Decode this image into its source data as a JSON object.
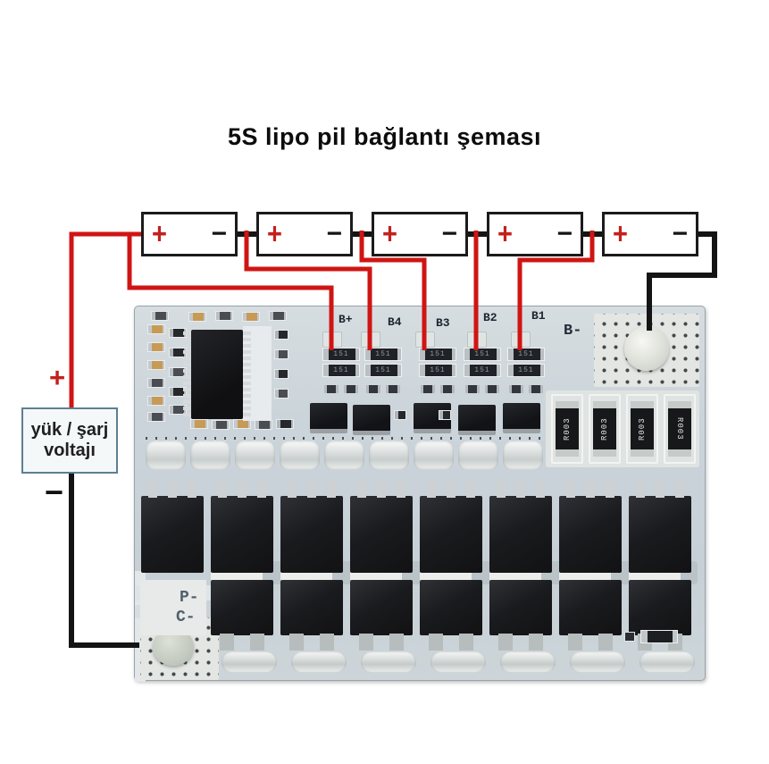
{
  "title": "5S lipo pil bağlantı şeması",
  "load_box": {
    "label_line1": "yük / şarj",
    "label_line2": "voltajı",
    "plus": "+",
    "minus": "−"
  },
  "batteries": [
    {
      "plus": "+",
      "minus": "−"
    },
    {
      "plus": "+",
      "minus": "−"
    },
    {
      "plus": "+",
      "minus": "−"
    },
    {
      "plus": "+",
      "minus": "−"
    },
    {
      "plus": "+",
      "minus": "−"
    }
  ],
  "pcb": {
    "balance_labels": {
      "b_plus": "B+",
      "b4": "B4",
      "b3": "B3",
      "b2": "B2",
      "b1": "B1"
    },
    "b_minus": "B-",
    "p_minus": "P-",
    "c_minus": "C-",
    "shunt_labels": [
      "R003",
      "R003",
      "R003",
      "R003"
    ],
    "resistor_marking": "151"
  },
  "colors": {
    "wire_positive": "#cf1513",
    "wire_negative": "#141414",
    "pcb_base": "#ccd5da",
    "load_box_border": "#5d7f92",
    "plus_mark": "#c4201d"
  }
}
